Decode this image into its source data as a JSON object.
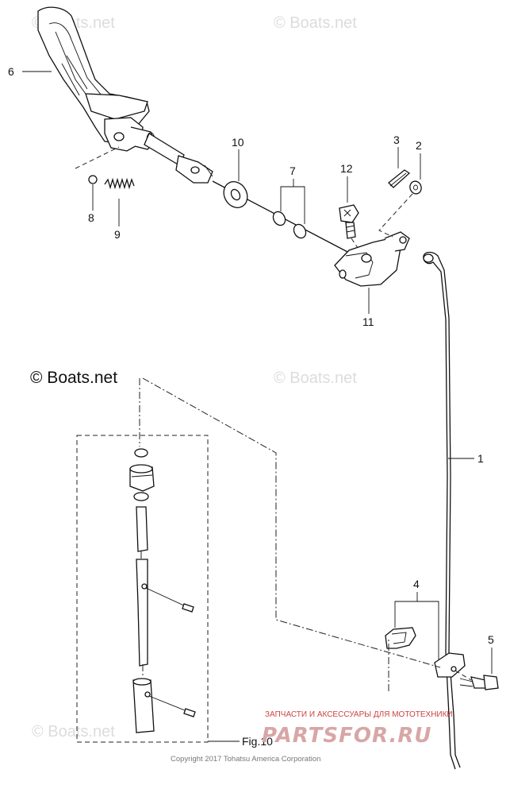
{
  "watermarks": {
    "top_left": "© Boats.net",
    "top_right": "© Boats.net",
    "mid_left": "© Boats.net",
    "mid_right": "© Boats.net",
    "bottom_left": "© Boats.net"
  },
  "callouts": {
    "p1": "1",
    "p2": "2",
    "p3": "3",
    "p4": "4",
    "p5": "5",
    "p6": "6",
    "p7": "7",
    "p8": "8",
    "p9": "9",
    "p10": "10",
    "p11": "11",
    "p12": "12"
  },
  "figure_ref": "Fig.10",
  "copyright": "Copyright 2017 Tohatsu America Corporation",
  "dealer_banner": {
    "tagline": "ЗАПЧАСТИ И АКСЕССУАРЫ ДЛЯ МОТОТЕХНИКИ",
    "brand": "PARTSFOR.RU"
  },
  "colors": {
    "line": "#111111",
    "watermark": "#dcdcdc",
    "banner_red": "#cc4444"
  }
}
